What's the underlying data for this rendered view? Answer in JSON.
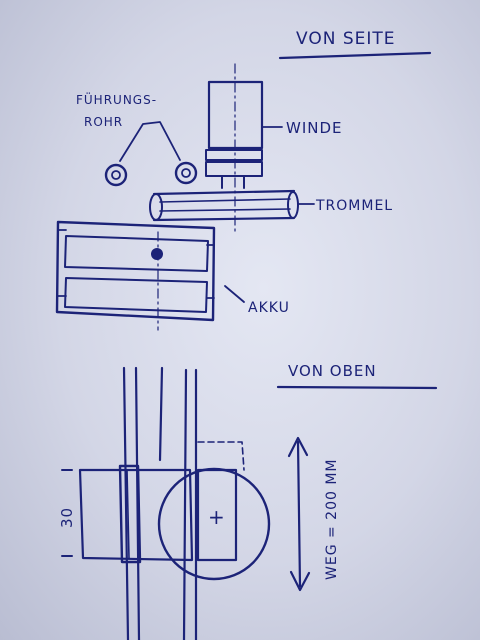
{
  "side_view": {
    "title": "VON SEITE",
    "label_guide_tube_line1": "FÜHRUNGS-",
    "label_guide_tube_line2": "ROHR",
    "label_winch": "WINDE",
    "label_drum": "TROMMEL",
    "label_battery": "AKKU"
  },
  "top_view": {
    "title": "VON OBEN",
    "dimension_width": "30",
    "dimension_travel": "WEG = 200 MM",
    "plus_sign": "+"
  },
  "colors": {
    "ink": "#1c2378",
    "paper": "#dfe2ef"
  }
}
